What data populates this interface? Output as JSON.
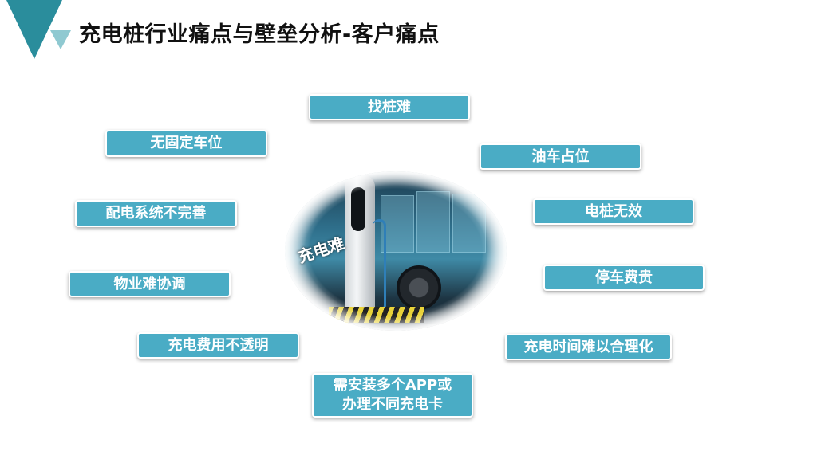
{
  "header": {
    "title": "充电桩行业痛点与壁垒分析-客户痛点",
    "accent_color": "#2a8d9c",
    "accent_light_color": "#8fc9d1"
  },
  "hub": {
    "label": "充电难",
    "image": "charging-station-with-bus-photo"
  },
  "tag_color": "#4aacc5",
  "pain_points": [
    {
      "label": "找桩难"
    },
    {
      "label": "无固定车位"
    },
    {
      "label": "油车占位"
    },
    {
      "label": "配电系统不完善"
    },
    {
      "label": "电桩无效"
    },
    {
      "label": "物业难协调"
    },
    {
      "label": "停车费贵"
    },
    {
      "label": "充电费用不透明"
    },
    {
      "label": "充电时间难以合理化"
    },
    {
      "label_line1": "需安装多个APP或",
      "label_line2": "办理不同充电卡"
    }
  ]
}
